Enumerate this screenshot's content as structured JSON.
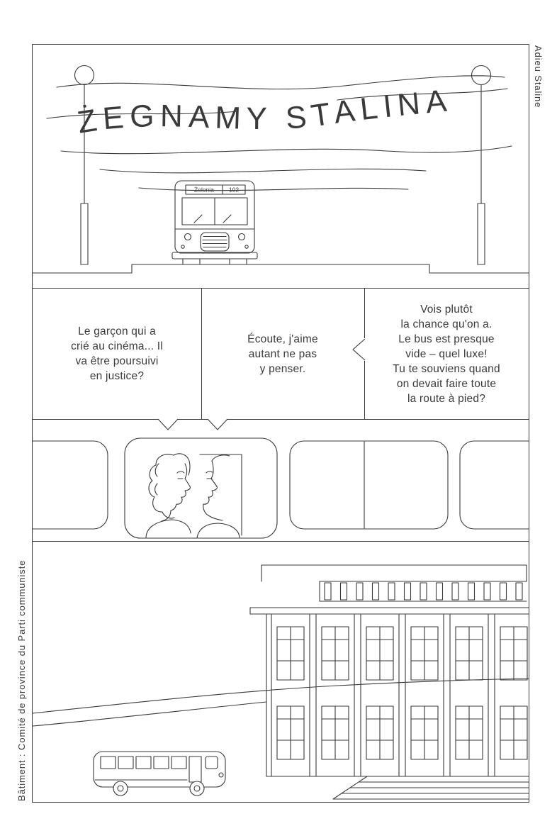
{
  "page": {
    "margin_note_right": "Adieu Staline",
    "margin_note_left": "Bâtiment : Comité de province du Parti communiste"
  },
  "banner_panel": {
    "banner_text": "ŻEGNAMY STALINA",
    "bus_destination": "Żelonia",
    "bus_line_number": "102"
  },
  "dialogue": {
    "bubbles": [
      {
        "text": "Le garçon qui a\ncrié au cinéma... Il\nva être poursuivi\nen justice?"
      },
      {
        "text": "Écoute, j'aime\nautant ne pas\ny penser."
      },
      {
        "text": "Vois plutôt\nla chance qu'on a.\nLe bus est presque\nvide – quel luxe!\nTu te souviens quand\non devait faire toute\nla route à pied?"
      }
    ]
  },
  "colors": {
    "ink": "#3a3a3a",
    "paper": "#ffffff"
  }
}
